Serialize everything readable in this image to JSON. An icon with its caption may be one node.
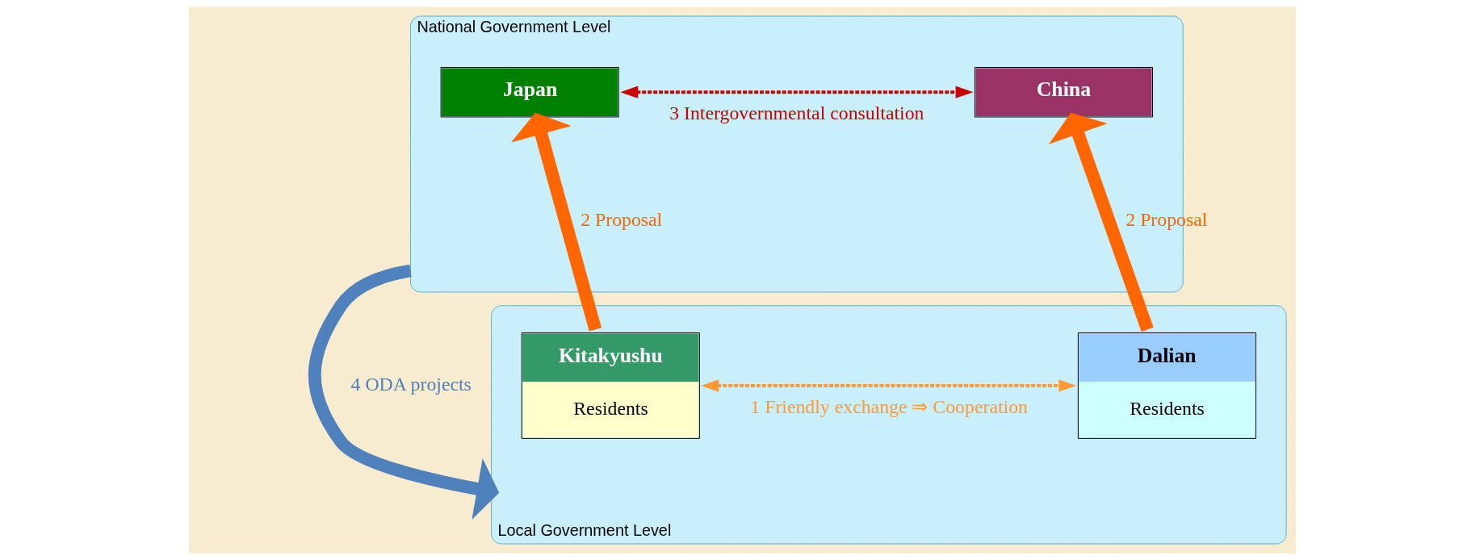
{
  "diagram": {
    "nodes": [
      {
        "text": [
          "National Government Level"
        ]
      },
      {
        "text": [
          "Japan"
        ],
        "in": 0
      },
      {
        "text": [
          "China"
        ],
        "in": 0
      },
      {
        "text": [
          "Local Government Level"
        ]
      },
      {
        "text": [
          "Kitakyushu",
          "Residents"
        ],
        "in": 3
      },
      {
        "text": [
          "Dalian",
          "Residents"
        ],
        "in": 3
      }
    ],
    "edges": [
      {
        "from": 1,
        "to": 2,
        "arrow": "both",
        "label": "3 Intergovernmental consultation",
        "style": "dashed",
        "color": "#cc0000"
      },
      {
        "from": 4,
        "to": 1,
        "arrow": "to",
        "label": "2 Proposal",
        "color": "#ff6600"
      },
      {
        "from": 0,
        "to": 3,
        "arrow": "to",
        "label": "4 ODA projects",
        "color": "#4f81bd"
      },
      {
        "from": 5,
        "to": 2,
        "arrow": "to",
        "label": "2 Proposal",
        "color": "#ff6600"
      },
      {
        "from": 4,
        "to": 5,
        "arrow": "both",
        "label": "1 Friendly exchange ⇒ Cooperation",
        "style": "dashed",
        "color": "#ff9933"
      }
    ]
  }
}
